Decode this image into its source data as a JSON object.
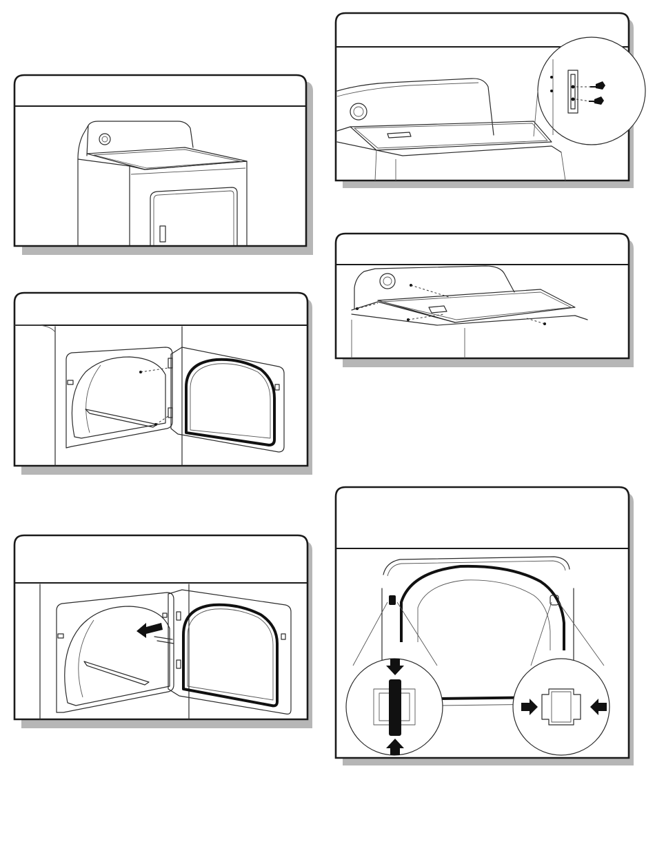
{
  "page": {
    "background": "#ffffff",
    "frame_color": "#1a1a1a",
    "shadow_color": "#7a7a7a"
  },
  "panels": [
    {
      "id": "dryer-front-view",
      "heading": ""
    },
    {
      "id": "remove-top-hinge-screws",
      "heading": ""
    },
    {
      "id": "door-open-hinges",
      "heading": ""
    },
    {
      "id": "lift-off-top-panel",
      "heading": ""
    },
    {
      "id": "remove-door",
      "heading": ""
    },
    {
      "id": "door-strike-detail",
      "heading": ""
    }
  ]
}
